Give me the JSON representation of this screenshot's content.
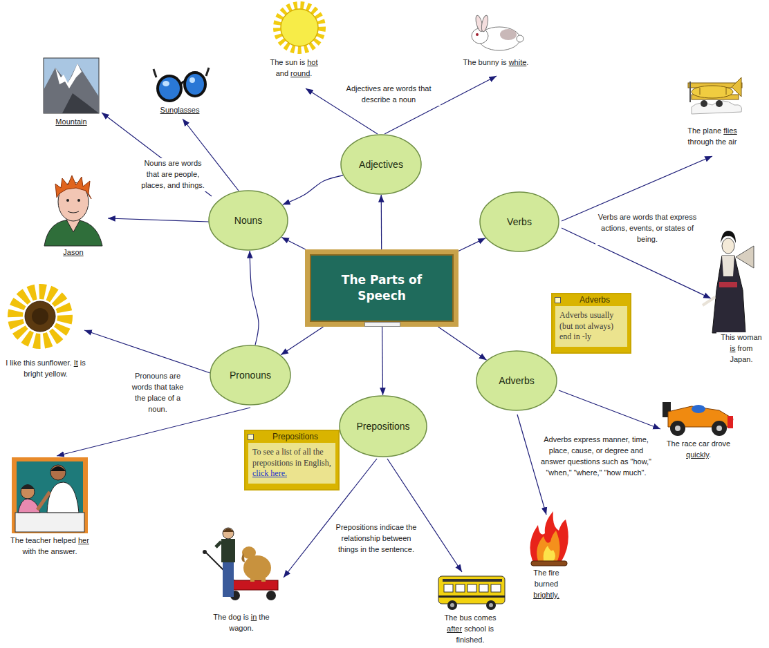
{
  "diagram": {
    "nodes": [
      {
        "text": [
          "Adjectives"
        ]
      },
      {
        "text": [
          "Nouns"
        ]
      },
      {
        "text": [
          "Verbs"
        ]
      },
      {
        "text": [
          "The Parts of Speech"
        ]
      },
      {
        "text": [
          "Adverbs",
          "Adverbs usually (but not always) end in -ly"
        ]
      },
      {
        "text": [
          "Pronouns"
        ]
      },
      {
        "text": [
          "Adverbs"
        ]
      },
      {
        "text": [
          "Prepositions"
        ]
      },
      {
        "text": [
          "Prepositions",
          "To see a list of all the prepositions in English, click here."
        ]
      }
    ],
    "edges": [
      {
        "from": 3,
        "to": 0,
        "arrow": "to"
      },
      {
        "from": 3,
        "to": 1,
        "arrow": "to"
      },
      {
        "from": 3,
        "to": 2,
        "arrow": "to"
      },
      {
        "from": 3,
        "to": 5,
        "arrow": "to"
      },
      {
        "from": 3,
        "to": 7,
        "arrow": "to"
      },
      {
        "from": 3,
        "to": 6,
        "arrow": "to"
      },
      {
        "from": 0,
        "to": 1,
        "arrow": "to"
      },
      {
        "from": 5,
        "to": 1,
        "arrow": "to"
      }
    ],
    "labels": [
      "The sun is hot and round.",
      "The bunny is white.",
      "Adjectives are words that describe a noun",
      "Sunglasses",
      "Mountain",
      "The plane flies through the air",
      "Nouns are words that are people, places, and things.",
      "Verbs are words that express actions, events, or states of being.",
      "Jason",
      "This woman is from Japan.",
      "I like this sunflower. It is bright yellow.",
      "Pronouns are words that take the place of a noun.",
      "Adverbs express manner, time, place, cause, or degree and answer questions such as \"how,\" \"when,\" \"where,\" \"how much\".",
      "The race car drove quickly.",
      "The teacher helped her with the answer.",
      "Prepositions indicae the relationship between things in the sentence.",
      "The fire burned brightly.",
      "The dog is in the wagon.",
      "The bus comes after school is finished."
    ]
  }
}
